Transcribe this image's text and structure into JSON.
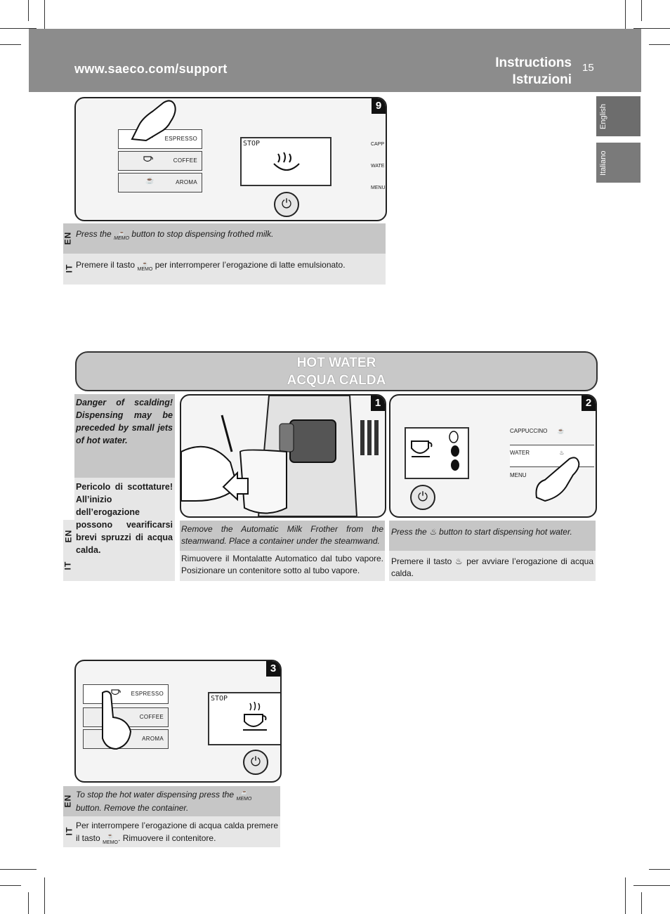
{
  "header": {
    "url": "www.saeco.com/support",
    "title_en": "Instructions",
    "title_it": "Istruzioni",
    "page_number": "15"
  },
  "side_tabs": {
    "english": "English",
    "italiano": "Italiano"
  },
  "fig9": {
    "number": "9",
    "buttons": [
      "ESPRESSO",
      "COFFEE",
      "AROMA"
    ],
    "screen_text": "STOP",
    "right_labels": [
      "CAPP",
      "WATE",
      "MENU"
    ],
    "memo": "MEMO",
    "en_label": "EN",
    "it_label": "IT",
    "en_before": "Press the",
    "en_after": "button to stop dispensing frothed milk.",
    "it_before": "Premere il tasto",
    "it_after": "per interromperer l’erogazione di latte emulsionato."
  },
  "section": {
    "title_en": "HOT WATER",
    "title_it": "ACQUA CALDA"
  },
  "warning": {
    "en": "Danger of scalding! Dispensing may be preceded by small jets of hot water.",
    "it": "Pericolo di scottature! All’inizio dell’erogazione possono vearificarsi brevi spruzzi di acqua calda.",
    "en_label": "EN",
    "it_label": "IT"
  },
  "step1": {
    "number": "1",
    "en": "Remove the Automatic Milk Frother from the steamwand. Place a container under the steamwand.",
    "it": "Rimuovere il Montalatte Automatico dal tubo vapore. Posizionare un contenitore sotto al tubo vapore."
  },
  "step2": {
    "number": "2",
    "labels": [
      "CAPPUCCINO",
      "WATER",
      "MENU"
    ],
    "en_before": "Press the",
    "en_after": "button to start dispensing hot water.",
    "it_before": "Premere il tasto",
    "it_after": "per avviare l’erogazione di acqua calda."
  },
  "step3": {
    "number": "3",
    "buttons": [
      "ESPRESSO",
      "COFFEE",
      "AROMA"
    ],
    "screen_text": "STOP",
    "memo": "MEMO",
    "en_label": "EN",
    "it_label": "IT",
    "en_before": "To stop the hot water dispensing  press the",
    "en_after": "button. Remove the container.",
    "it_before": "Per interrompere l’erogazione di acqua calda premere il tasto",
    "it_after": ". Rimuovere il contenitore."
  }
}
